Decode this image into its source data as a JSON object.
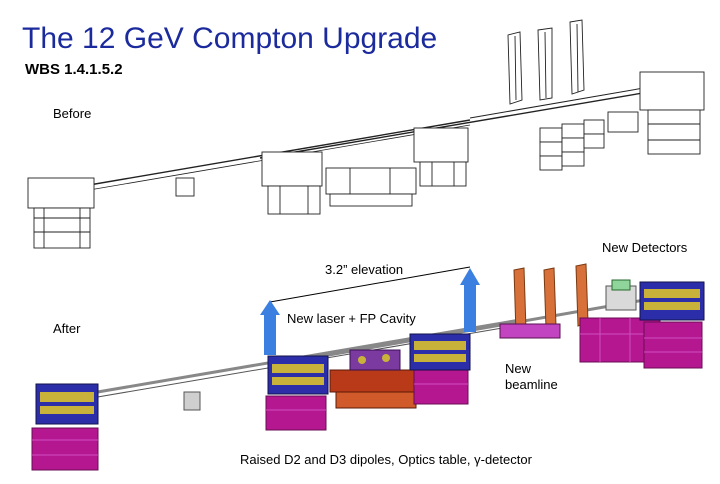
{
  "header": {
    "title": "The 12 GeV  Compton Upgrade",
    "subtitle": "WBS 1.4.1.5.2"
  },
  "labels": {
    "before": "Before",
    "after": "After",
    "new_detectors": "New Detectors",
    "elevation": "3.2” elevation",
    "new_laser": "New laser + FP Cavity",
    "new_beamline_1": "New",
    "new_beamline_2": "beamline",
    "caption": "Raised D2 and D3 dipoles, Optics table, γ-detector"
  },
  "colors": {
    "title": "#1b2a9c",
    "dipole_yoke": "#2b2ea8",
    "dipole_coil": "#c9b23a",
    "stand": "#b4178f",
    "stand_light": "#d04cc0",
    "table": "#b83a18",
    "arrow": "#3b7fe0",
    "beamline_new": "#d8703a"
  }
}
